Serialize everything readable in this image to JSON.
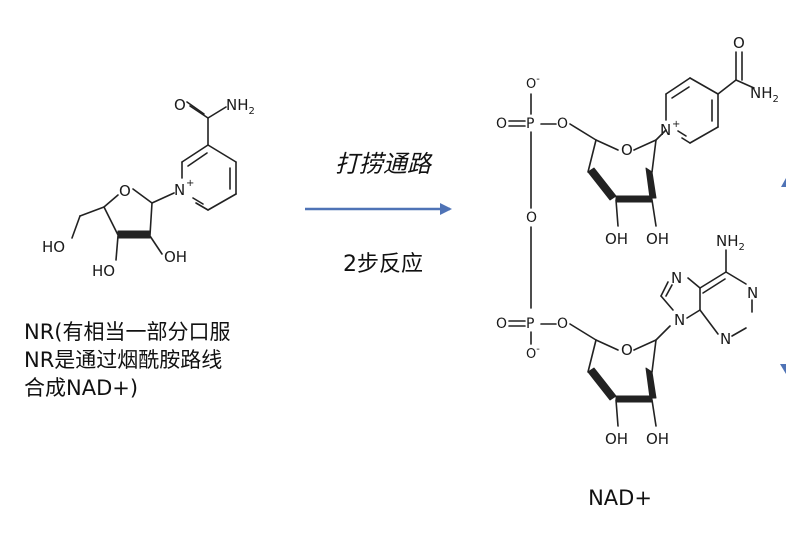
{
  "nr": {
    "atom_labels": {
      "amide_o": "O",
      "amide_n": "NH",
      "amide_n_sub": "2",
      "ring_n": "N",
      "ring_n_charge": "+",
      "ring_o": "O",
      "ho_5prime": "HO",
      "ho_3prime": "HO",
      "oh_2prime": "OH"
    },
    "caption_lines": [
      "NR(有相当一部分口服",
      "NR是通过烟酰胺路线",
      "合成NAD+)"
    ]
  },
  "pathway": {
    "label_top": "打捞通路",
    "label_bottom": "2步反应",
    "arrow_color": "#4f73b6"
  },
  "nad": {
    "atom_labels": {
      "amide_o": "O",
      "amide_n": "NH",
      "amide_n_sub": "2",
      "pyridinium_n": "N",
      "pyridinium_charge": "+",
      "p1": "P",
      "p1_o_minus": "O",
      "p1_o_minus_charge": "-",
      "p1_o_double": "O",
      "p1_o_ester": "O",
      "bridge_o": "O",
      "p2": "P",
      "p2_o_minus": "O",
      "p2_o_minus_charge": "-",
      "p2_o_double": "O",
      "p2_o_ester": "O",
      "ribose1_o": "O",
      "ribose1_oh_left": "OH",
      "ribose1_oh_right": "OH",
      "ribose2_o": "O",
      "ribose2_oh_left": "OH",
      "ribose2_oh_right": "OH",
      "adenine_nh2": "NH",
      "adenine_nh2_sub": "2",
      "adenine_n1": "N",
      "adenine_n3": "N",
      "adenine_n7": "N",
      "adenine_n9": "N"
    },
    "caption": "NAD+"
  },
  "edge_marks_color": "#4f73b6"
}
